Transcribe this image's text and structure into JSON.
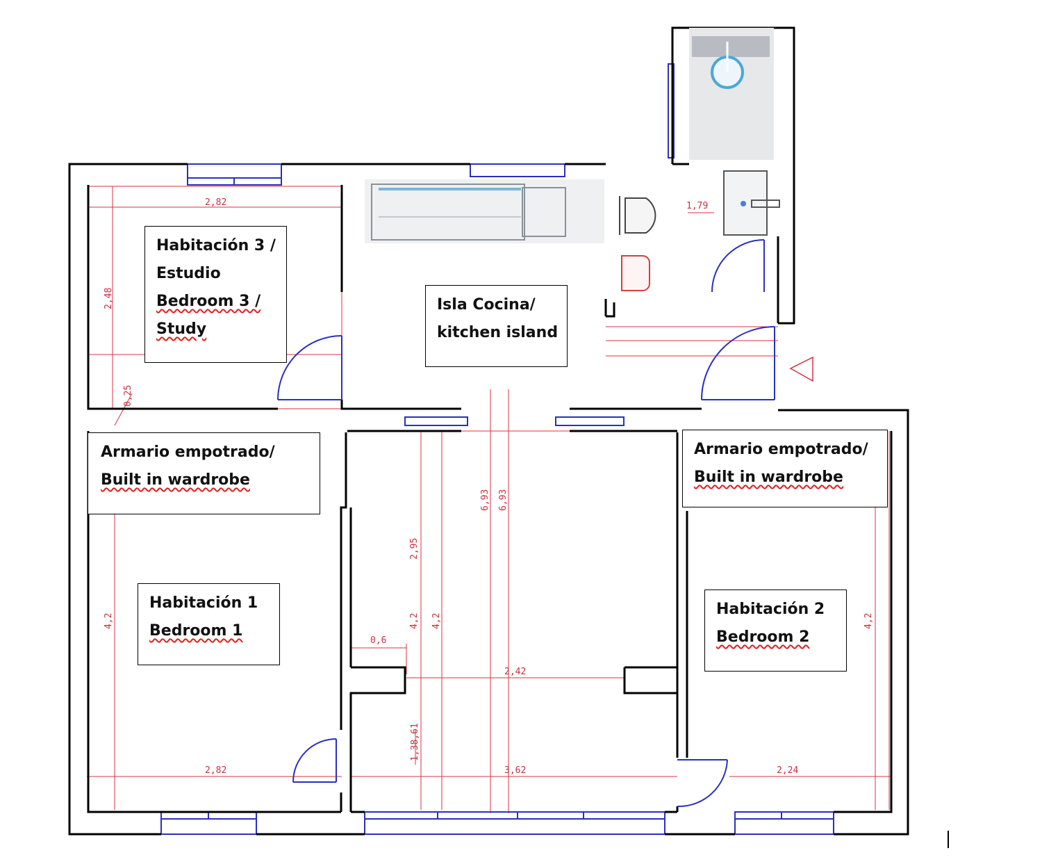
{
  "rooms": {
    "bedroom3": {
      "line1": "Habitación 3 /",
      "line2": "Estudio",
      "line3": "Bedroom 3 /",
      "line4": "Study"
    },
    "kitchen": {
      "line1": "Isla Cocina/",
      "line2": "kitchen island"
    },
    "wardrobe_left": {
      "line1": "Armario empotrado/",
      "line2": "Built in wardrobe"
    },
    "wardrobe_right": {
      "line1": "Armario empotrado/",
      "line2": "Built in wardrobe"
    },
    "bedroom1": {
      "line1": "Habitación 1",
      "line2": "Bedroom 1"
    },
    "bedroom2": {
      "line1": "Habitación 2",
      "line2": "Bedroom 2"
    }
  },
  "dimensions": {
    "bed3_width": "2,82",
    "bed3_height": "2,48",
    "bed3_small": "0,25",
    "bath_width": "1,79",
    "corridor_a": "6,93",
    "corridor_b": "6,93",
    "hall_upper": "2,95",
    "hall_42_a": "4,2",
    "hall_42_b": "4,2",
    "bed1_height": "4,2",
    "bed2_height": "4,2",
    "nook": "0,6",
    "hall_width": "2,42",
    "hall_lower": "1,38,61",
    "bed1_width": "2,82",
    "living_width": "3,62",
    "bed2_width": "2,24"
  },
  "colors": {
    "wall": "#000000",
    "window": "#2a2fbf",
    "dimension": "#d0303a",
    "door": "#2a2fbf",
    "fixture": "#9aa0a8"
  }
}
